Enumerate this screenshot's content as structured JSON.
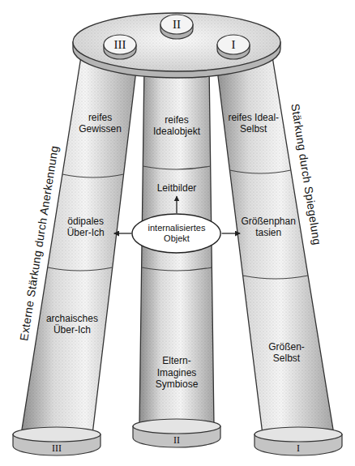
{
  "diagram": {
    "nodes": [
      {
        "text": [
          "III"
        ]
      },
      {
        "text": [
          "II"
        ]
      },
      {
        "text": [
          "I"
        ]
      },
      {
        "text": [
          "reifes Gewissen"
        ]
      },
      {
        "text": [
          "reifes Idealobjekt"
        ]
      },
      {
        "text": [
          "reifes Ideal-Selbst"
        ]
      },
      {
        "text": [
          "Leitbilder"
        ]
      },
      {
        "text": [
          "ödipales Über-Ich"
        ]
      },
      {
        "text": [
          "internalisiertes Objekt"
        ]
      },
      {
        "text": [
          "Größenphantasien"
        ]
      },
      {
        "text": [
          "archaisches Über-Ich"
        ]
      },
      {
        "text": [
          "Größen-Selbst"
        ]
      },
      {
        "text": [
          "Eltern-Imagines Symbiose"
        ]
      },
      {
        "text": [
          "III"
        ]
      },
      {
        "text": [
          "II"
        ]
      },
      {
        "text": [
          "I"
        ]
      }
    ],
    "edges": [
      {
        "from": 8,
        "to": 6,
        "arrow": "to"
      },
      {
        "from": 8,
        "to": 7,
        "arrow": "to"
      },
      {
        "from": 8,
        "to": 9,
        "arrow": "to"
      }
    ],
    "labels": [
      "Externe Stärkung durch Anerkennung",
      "Stärkung durch Spiegelung"
    ]
  }
}
